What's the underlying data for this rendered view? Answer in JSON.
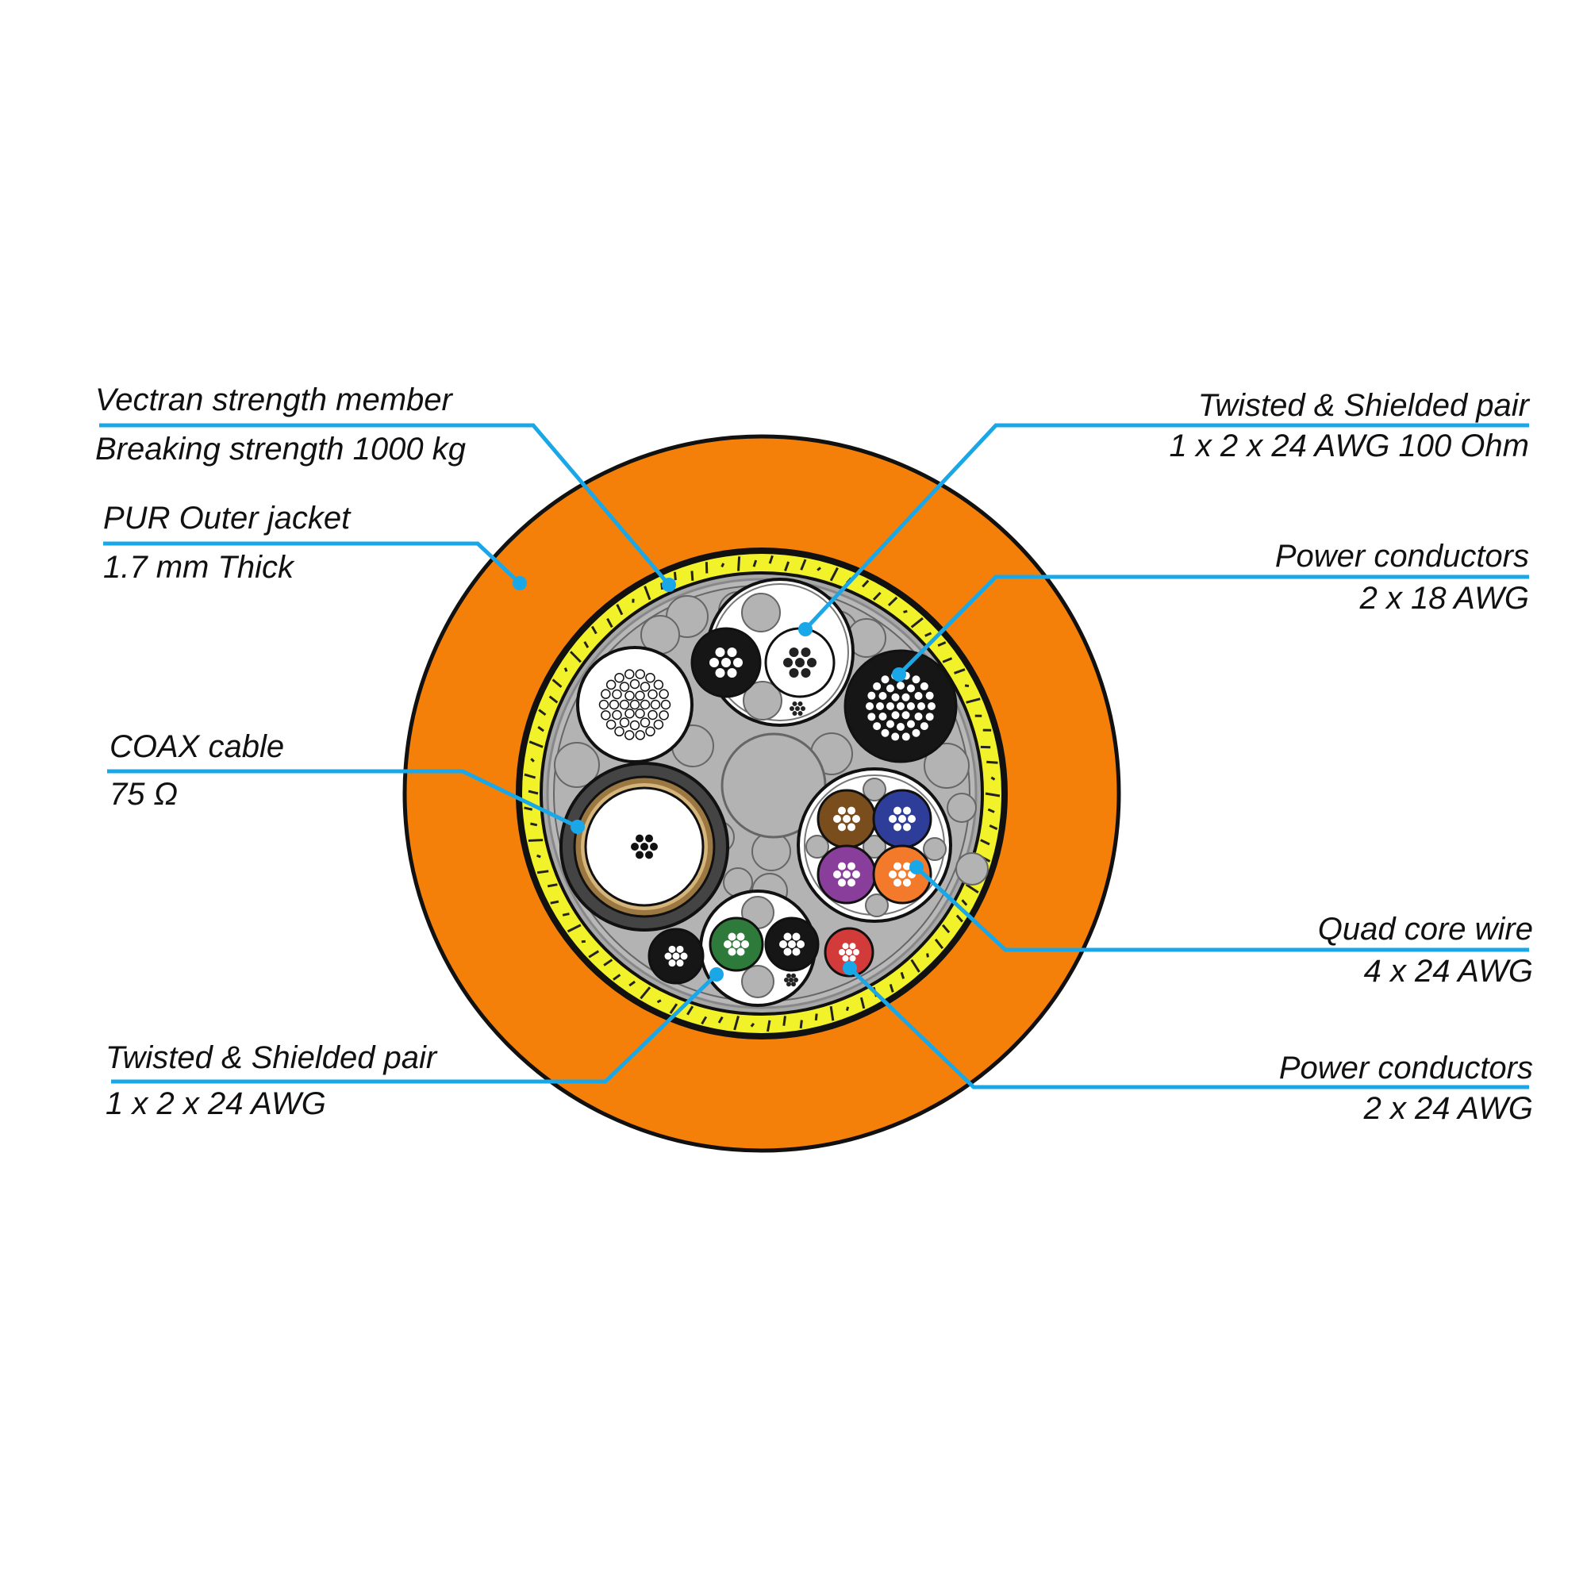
{
  "colors": {
    "leader": "#1aa7e8",
    "outer_jacket": "#f4800a",
    "vectran": "#f2f22a",
    "filler": "#b3b3b3",
    "outline": "#111111"
  },
  "callouts": {
    "vectran": {
      "line1": "Vectran strength member",
      "line2": "Breaking strength 1000 kg"
    },
    "pur_jacket": {
      "line1": "PUR Outer jacket",
      "line2": "1.7 mm Thick"
    },
    "coax": {
      "line1": "COAX cable",
      "line2": "75 Ω"
    },
    "tsp_left": {
      "line1": "Twisted & Shielded pair",
      "line2": "1 x 2 x 24 AWG"
    },
    "tsp_right": {
      "line1": "Twisted & Shielded pair",
      "line2": "1 x 2 x 24 AWG 100 Ohm"
    },
    "power_18": {
      "line1": "Power conductors",
      "line2": "2 x 18 AWG"
    },
    "quad": {
      "line1": "Quad core wire",
      "line2": "4 x 24 AWG"
    },
    "power_24": {
      "line1": "Power conductors",
      "line2": "2 x 24 AWG"
    }
  }
}
